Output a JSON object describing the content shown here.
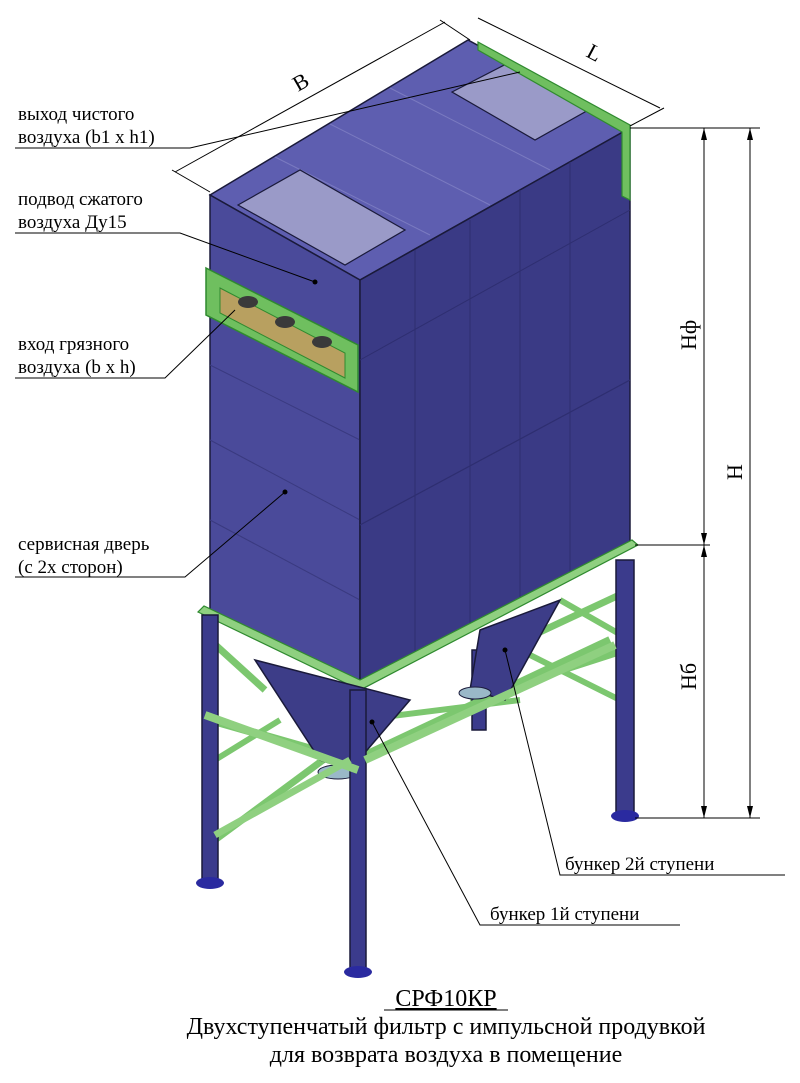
{
  "callouts": {
    "clean_air_outlet": [
      "выход чистого",
      "воздуха (b1 x h1)"
    ],
    "compressed_air": [
      "подвод сжатого",
      "воздуха Ду15"
    ],
    "dirty_air_inlet": [
      "вход грязного",
      "воздуха (b x h)"
    ],
    "service_door": [
      "сервисная дверь",
      "(с 2х сторон)"
    ],
    "hopper_2": "бункер 2й ступени",
    "hopper_1": "бункер 1й ступени"
  },
  "dimensions": {
    "width": "B",
    "length": "L",
    "filter_height": "Нф",
    "total_height": "Н",
    "hopper_height": "Нб"
  },
  "title": {
    "model": "СРФ10КР",
    "line1": "Двухступенчатый фильтр с импульсной продувкой",
    "line2": "для возврата воздуха в помещение"
  },
  "colors": {
    "body": "#4a4a9a",
    "body_dark": "#3a3a85",
    "body_light": "#5e5eb0",
    "frame": "#7cc76f",
    "frame_dark": "#2f8a2f",
    "legs": "#3b3b8c"
  }
}
